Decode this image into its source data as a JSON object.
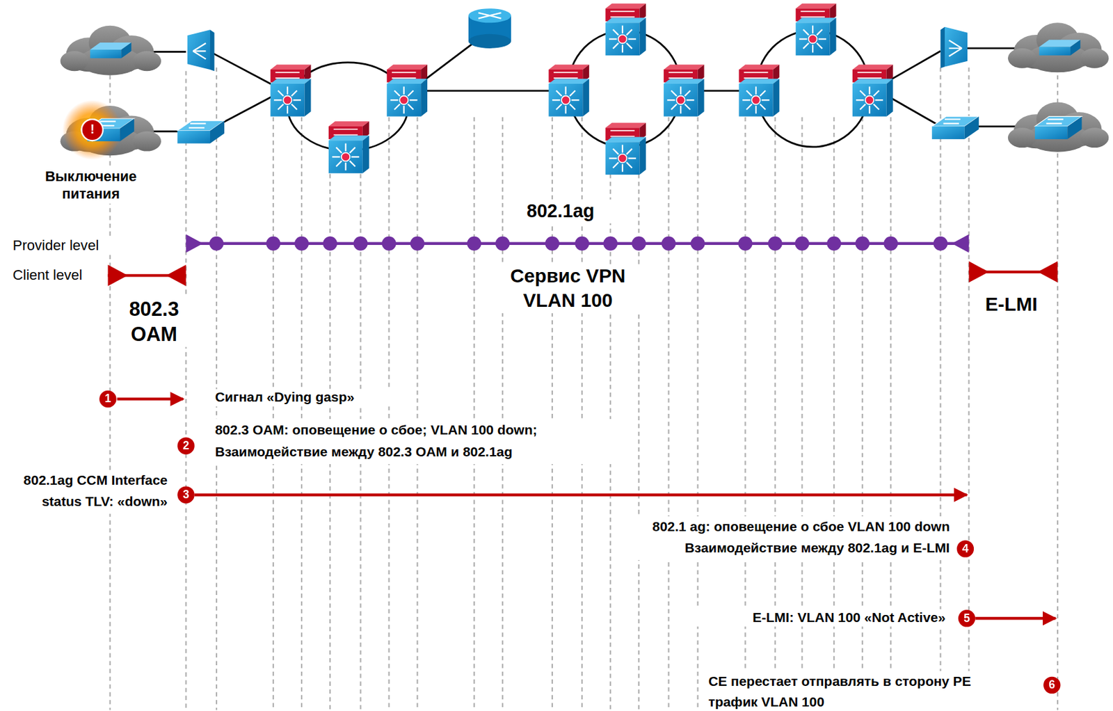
{
  "diagram": {
    "nodes": [
      {
        "text": [
          "1"
        ]
      },
      {
        "text": [
          "2"
        ]
      },
      {
        "text": [
          "3"
        ]
      },
      {
        "text": [
          "4"
        ]
      },
      {
        "text": [
          "5"
        ]
      },
      {
        "text": [
          "6"
        ]
      }
    ],
    "labels": [
      "!",
      "Выключение питания",
      "802.1ag",
      "Provider level",
      "Client level",
      "Сервис VPN VLAN 100",
      "802.3 OAM",
      "E-LMI",
      "Сигнал «Dying gasp»",
      "802.3 OAM: оповещение о сбое; VLAN 100 down; Взаимодействие между 802.3 OAM и 802.1ag",
      "802.1ag CCM Interface status TLV: «down»",
      "802.1 ag: оповещение о сбое VLAN 100 down Взаимодействие между 802.1ag и E-LMI",
      "E-LMI: VLAN 100 «Not Active»",
      "CE перестает отправлять в сторону PE трафик VLAN 100"
    ]
  }
}
